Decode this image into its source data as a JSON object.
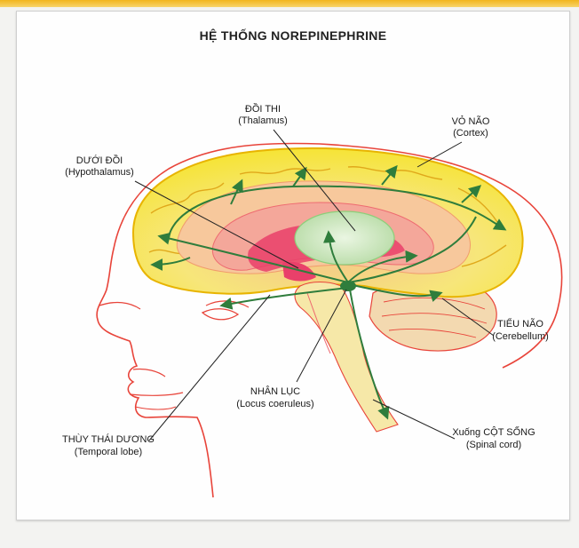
{
  "title": "HỆ THỐNG NOREPINEPHRINE",
  "labels": {
    "thalamus": {
      "vi": "ĐỒI THI",
      "en": "(Thalamus)"
    },
    "cortex": {
      "vi": "VỎ NÃO",
      "en": "(Cortex)"
    },
    "hypothalamus": {
      "vi": "DƯỚI ĐỒI",
      "en": "(Hypothalamus)"
    },
    "cerebellum": {
      "vi": "TIỂU NÃO",
      "en": "(Cerebellum)"
    },
    "locus": {
      "vi": "NHÂN LỤC",
      "en": "(Locus coeruleus)"
    },
    "temporal": {
      "vi": "THÙY THÁI DƯƠNG",
      "en": "(Temporal lobe)"
    },
    "spinal": {
      "vi": "Xuống CỘT SỐNG",
      "en": "(Spinal cord)"
    }
  },
  "colors": {
    "pathway": "#2f7d3c",
    "cortex": "#f6e436",
    "outline": "#e8443a",
    "thalamus": "#cfe8c2",
    "deep": "#e9406a"
  }
}
